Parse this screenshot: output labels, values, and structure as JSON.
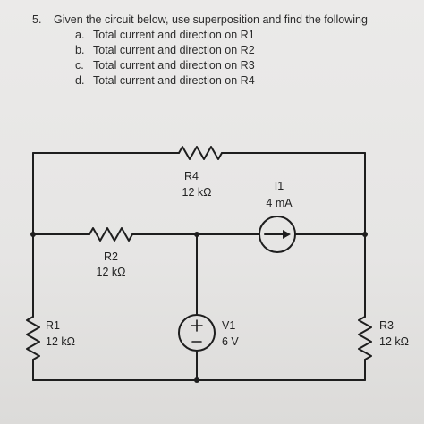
{
  "question": {
    "number": "5.",
    "text": "Given the circuit below, use superposition and find the following",
    "items": [
      {
        "letter": "a.",
        "text": "Total current and direction on R1"
      },
      {
        "letter": "b.",
        "text": "Total current and direction on R2"
      },
      {
        "letter": "c.",
        "text": "Total current and direction on R3"
      },
      {
        "letter": "d.",
        "text": "Total current and direction on R4"
      }
    ]
  },
  "circuit": {
    "R1": {
      "name": "R1",
      "value": "12 kΩ"
    },
    "R2": {
      "name": "R2",
      "value": "12 kΩ"
    },
    "R3": {
      "name": "R3",
      "value": "12 kΩ"
    },
    "R4": {
      "name": "R4",
      "value": "12 kΩ"
    },
    "I1": {
      "name": "I1",
      "value": "4 mA"
    },
    "V1": {
      "name": "V1",
      "value": "6 V"
    }
  }
}
